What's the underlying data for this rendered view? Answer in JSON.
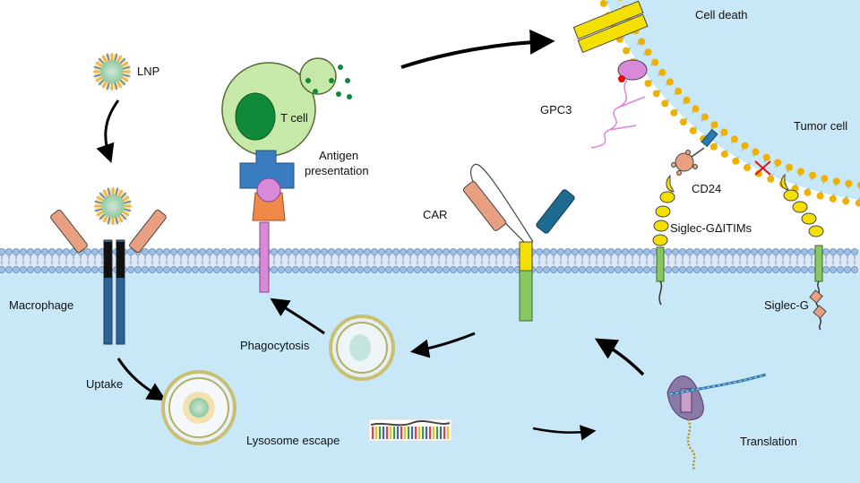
{
  "colors": {
    "background": "#ffffff",
    "cytoplasm": "#c8e8f8",
    "tumor_cytoplasm": "#c8e8f8",
    "lipid_head": "#f0b000",
    "lipid_tail": "#8cd0e8",
    "membrane_head": "#9bbfe6",
    "macrophage_receptor": "#2a6496",
    "antibody_arm": "#e8a080",
    "tcell": "#c6e8a8",
    "tcell_nucleus": "#108a38",
    "tcr": "#3a7cc0",
    "antigen": "#d88ad8",
    "mhc": "#f08848",
    "car_hinge": "#f4e000",
    "car_body": "#88c860",
    "car_scfv_a": "#e8a080",
    "car_scfv_b": "#1e6a90",
    "siglec_domain": "#f4e000",
    "siglec_tm": "#88c860",
    "itim": "#e8a080",
    "cd24": "#e8a080",
    "gpc3": "#e080e0",
    "arrow": "#000000",
    "block_mark": "#e01010"
  },
  "labels": {
    "lnp": "LNP",
    "t_cell": "T cell",
    "antigen_presentation_1": "Antigen",
    "antigen_presentation_2": "presentation",
    "cell_death": "Cell death",
    "gpc3": "GPC3",
    "tumor_cell": "Tumor cell",
    "cd24": "CD24",
    "car": "CAR",
    "siglec_g_delta_itims": "Siglec-GΔITIMs",
    "siglec_g": "Siglec-G",
    "macrophage": "Macrophage",
    "phagocytosis": "Phagocytosis",
    "uptake": "Uptake",
    "lysosome_escape": "Lysosome escape",
    "translation": "Translation"
  }
}
